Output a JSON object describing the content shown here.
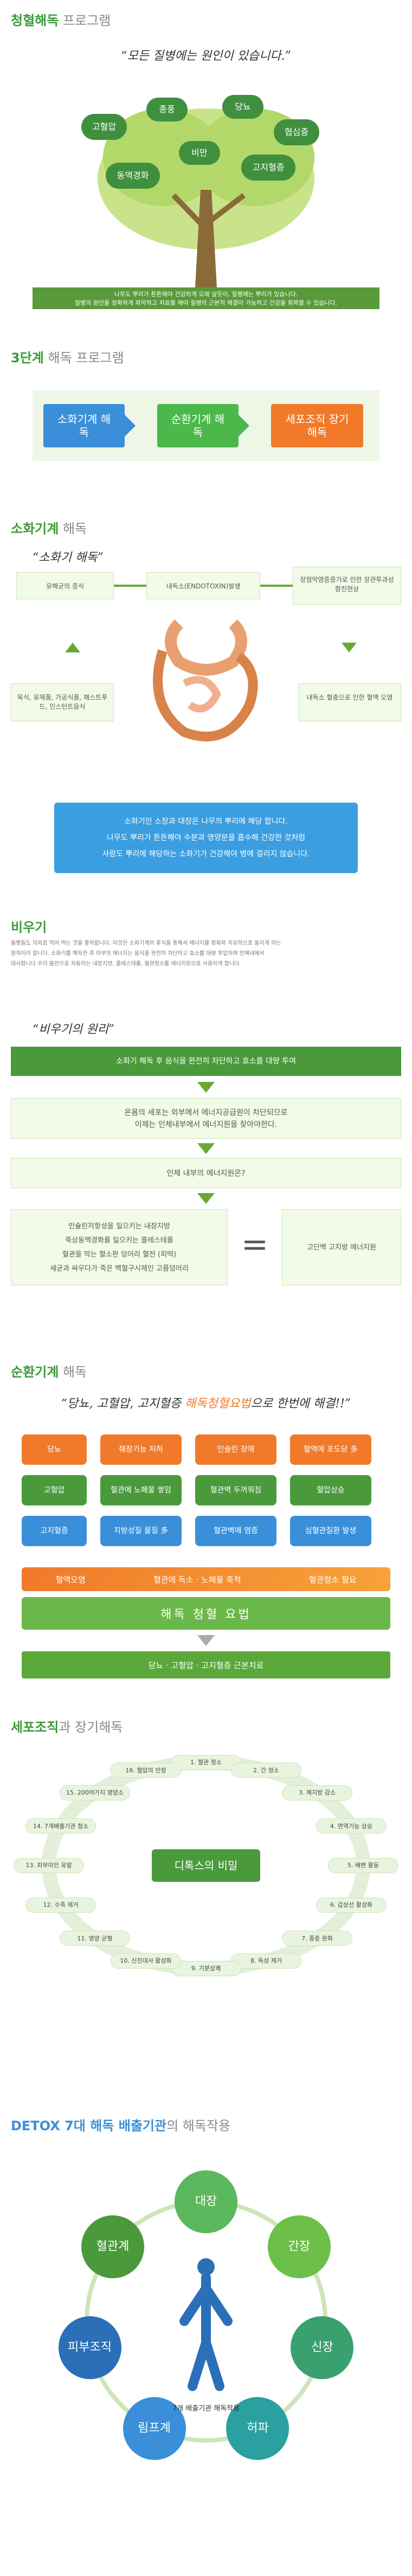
{
  "header": {
    "title_bold": "청혈해독",
    "title_rest": " 프로그램"
  },
  "tree": {
    "quote": "“모든 질병에는 원인이 있습니다.”",
    "leaves": [
      "종풍",
      "당뇨",
      "고혈압",
      "비만",
      "협심증",
      "동맥경화",
      "고지혈증"
    ],
    "desc": [
      "나무도 뿌리가 튼튼해야 건강하게 오래 살듯이, 질병에는 뿌리가 있습니다.",
      "질병의 원인을 정확하게 파악하고 치료를 해야 질병의 근본적 해결이 가능하고 건강을 회복할 수 있습니다."
    ]
  },
  "stage3": {
    "title_bold": "3단계",
    "title_rest": " 해독 프로그램",
    "steps": [
      "소화기계 해독",
      "순환기계 해독",
      "세포조직 장기해독"
    ]
  },
  "digest": {
    "title_bold": "소화기계",
    "title_rest": " 해독",
    "quote": "“소화기 해독”",
    "left_top": "유해균의 증식",
    "center_top": "내독소(ENDOTOXIN)발생",
    "right_top": "장점막염증증가로 인한 장관투과성항진현상",
    "left_bottom": "육식, 유제품, 가공식품, 패스트푸드, 인스턴트음식",
    "right_bottom": "내독소 혈중으로 인한 혈액 오염",
    "note": [
      "소화기인 소장과 대장은 나무의 뿌리에 해당 합니다.",
      "나무도 뿌리가 튼튼해야 수분과 영양분을 흡수해 건강한 것처럼",
      "사람도 뿌리에 해당하는 소화기가 건강해야 병에 걸리지 않습니다."
    ]
  },
  "obesity": {
    "title": "비우기",
    "intro": [
      "몸짱들도 의외로 먹어 먹는 것을 좋아합니다. 이것은 소화기계의 휴식을 통해서 에너지를 정화와 치유력으로 돌리게 하는",
      "원칙이라 합니다. 소화기를 해독한 후 마부의 에너지는 음식을 완전히 차단하고 효소를 대량 투입하여 인체내에서",
      "대사합니다 우리 몸안으로 자동하는 내장지방, 콜레스테롤, 혈관청소를 에너지원으로 사용하게 합니다."
    ],
    "quote": "“비우기의 원리”",
    "bar1": "소화기 해독 후 음식을 완전히 차단하고 효소를 대량 투여",
    "box2": [
      "온몸의 세포는 외부에서 에너지공급원이 차단되므로",
      "이제는 인체내부에서 에너지원을 찾아야한다."
    ],
    "box3": "인체 내부의 에너지원은?",
    "box4": [
      "인슐린저항성을 일으키는 내장지방",
      "죽상동맥경화를 일으키는 콜레스테롤",
      "혈관을 막는 혈소판 덩어리 혈전 (피떡)",
      "세균과 싸우다가 죽은 백혈구시체인 고름덩어리"
    ],
    "eq": "=",
    "box5": "고단백 고지방 에너지원"
  },
  "circ": {
    "title_bold": "순환기계",
    "title_rest": " 해독",
    "quote_a": "“당뇨, 고혈압, 고지혈증 ",
    "quote_b": "해독청혈요법",
    "quote_c": "으로 한번에 해결!!”",
    "rows": [
      [
        "당뇨",
        "췌장기능 저하",
        "인슐린 장애",
        "혈액에 포도당 多"
      ],
      [
        "고혈압",
        "혈관에 노폐물 쌓임",
        "혈관벽 두꺼워짐",
        "혈압상승"
      ],
      [
        "고지혈증",
        "지방성질 물질 多",
        "혈관벽에 염증",
        "심혈관질환 발생"
      ]
    ],
    "strip": [
      "혈액오염",
      "혈관에 독소 · 노폐물 축적",
      "혈관청소 필요"
    ],
    "brand": "해독 청혈 요법",
    "result": "당뇨 · 고혈압 · 고지혈증 근본치료"
  },
  "cell": {
    "title_bold": "세포조직",
    "title_rest": "과 장기해독",
    "center": "디톡스의 비밀",
    "items": [
      "1. 혈관 청소",
      "2. 간 청소",
      "3. 체지방 감소",
      "4. 면역기능 상승",
      "5. 배변 활동",
      "6. 갑상선 활성화",
      "7. 중증 완화",
      "8. 독성 제거",
      "9. 기분상쾌",
      "10. 신진대사 활성화",
      "11. 영양 균형",
      "12. 수족 제거",
      "13. 피부미인 유발",
      "14. 7개배출기관 청소",
      "15. 200여가지 영양소",
      "16. 혈압의 안정"
    ]
  },
  "detox7": {
    "title_bold": "DETOX 7대 해독 배출기관",
    "title_rest": "의 해독작용",
    "organs": [
      "대장",
      "간장",
      "신장",
      "허파",
      "림프계",
      "피부조직",
      "혈관계"
    ],
    "caption": "7개 배출기관 해독작용"
  },
  "colors": {
    "green": "#4a9a3c",
    "blue": "#3a8fd8",
    "orange": "#f07a2a",
    "teal": "#2aa0a0"
  }
}
